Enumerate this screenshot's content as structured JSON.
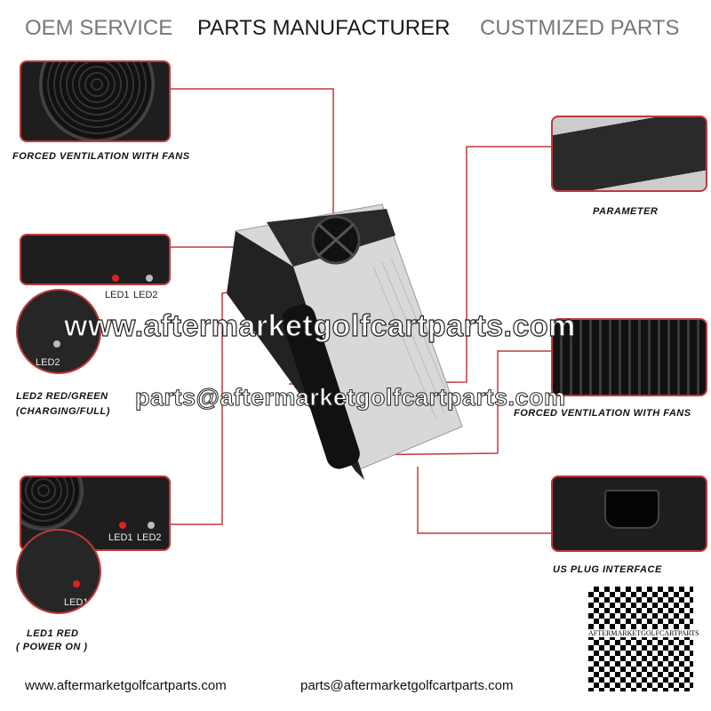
{
  "header": {
    "items": [
      "OEM SERVICE",
      "PARTS MANUFACTURER",
      "CUSTMIZED PARTS"
    ]
  },
  "captions": {
    "fans_left": "FORCED VENTILATION WITH FANS",
    "led2_line1": "LED2 RED/GREEN",
    "led2_line2": "(CHARGING/FULL)",
    "led1_line1": "LED1 RED",
    "led1_line2": "( POWER ON )",
    "parameter": "PARAMETER",
    "fans_right": "FORCED VENTILATION WITH FANS",
    "plug": "US PLUG INTERFACE"
  },
  "leds": {
    "led1": "LED1",
    "led2": "LED2"
  },
  "watermark": {
    "website": "www.aftermarketgolfcartparts.com",
    "email": "parts@aftermarketgolfcartparts.com"
  },
  "qr": {
    "label": "AFTERMARKETGOLFCARTPARTS"
  },
  "footer": {
    "website": "www.aftermarketgolfcartparts.com",
    "email": "parts@aftermarketgolfcartparts.com"
  },
  "colors": {
    "accent": "#c0393b"
  }
}
